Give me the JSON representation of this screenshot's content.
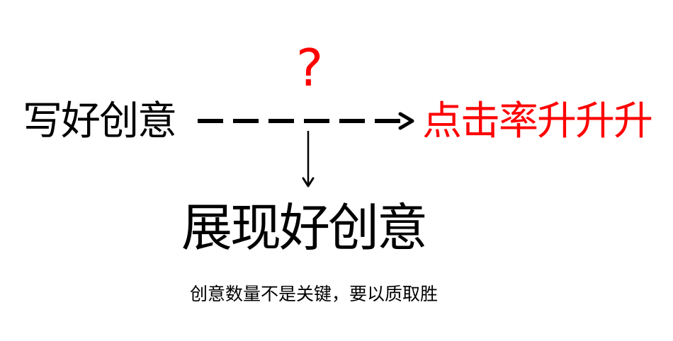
{
  "diagram": {
    "source_label": "写好创意",
    "target_label": "点击率升升升",
    "question_mark": "?",
    "middle_label": "展现好创意",
    "note": "创意数量不是关键，要以质取胜",
    "colors": {
      "text": "#000000",
      "accent": "#ff0000",
      "background": "#ffffff"
    },
    "arrows": [
      {
        "from": "写好创意",
        "to": "点击率升升升",
        "style": "dashed"
      },
      {
        "from": "dashed-arrow",
        "to": "展现好创意",
        "style": "solid"
      }
    ]
  }
}
